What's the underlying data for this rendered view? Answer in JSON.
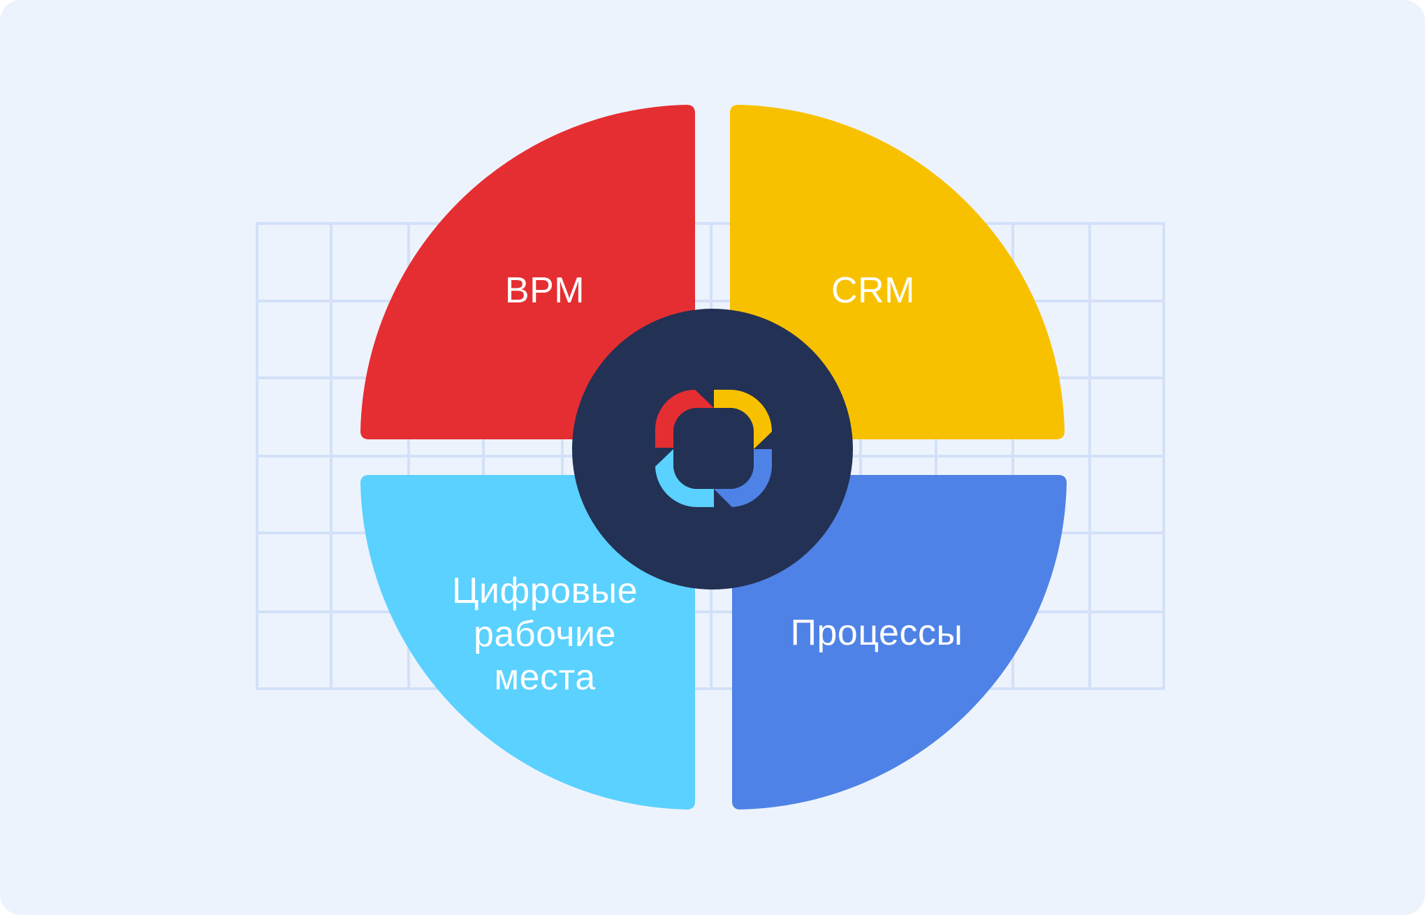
{
  "quadrants": {
    "bpm": {
      "label": "BPM",
      "color": "#e52e32"
    },
    "crm": {
      "label": "CRM",
      "color": "#f8c100"
    },
    "workplaces": {
      "label_lines": [
        "Цифровые",
        "рабочие",
        "места"
      ],
      "color": "#5ad1ff"
    },
    "processes": {
      "label": "Процессы",
      "color": "#4f82e6"
    }
  },
  "center": {
    "color": "#233154",
    "icon": "cycle-logo-icon"
  },
  "background": {
    "page_color": "#edf3fd",
    "grid_color": "#d3e0f8"
  }
}
